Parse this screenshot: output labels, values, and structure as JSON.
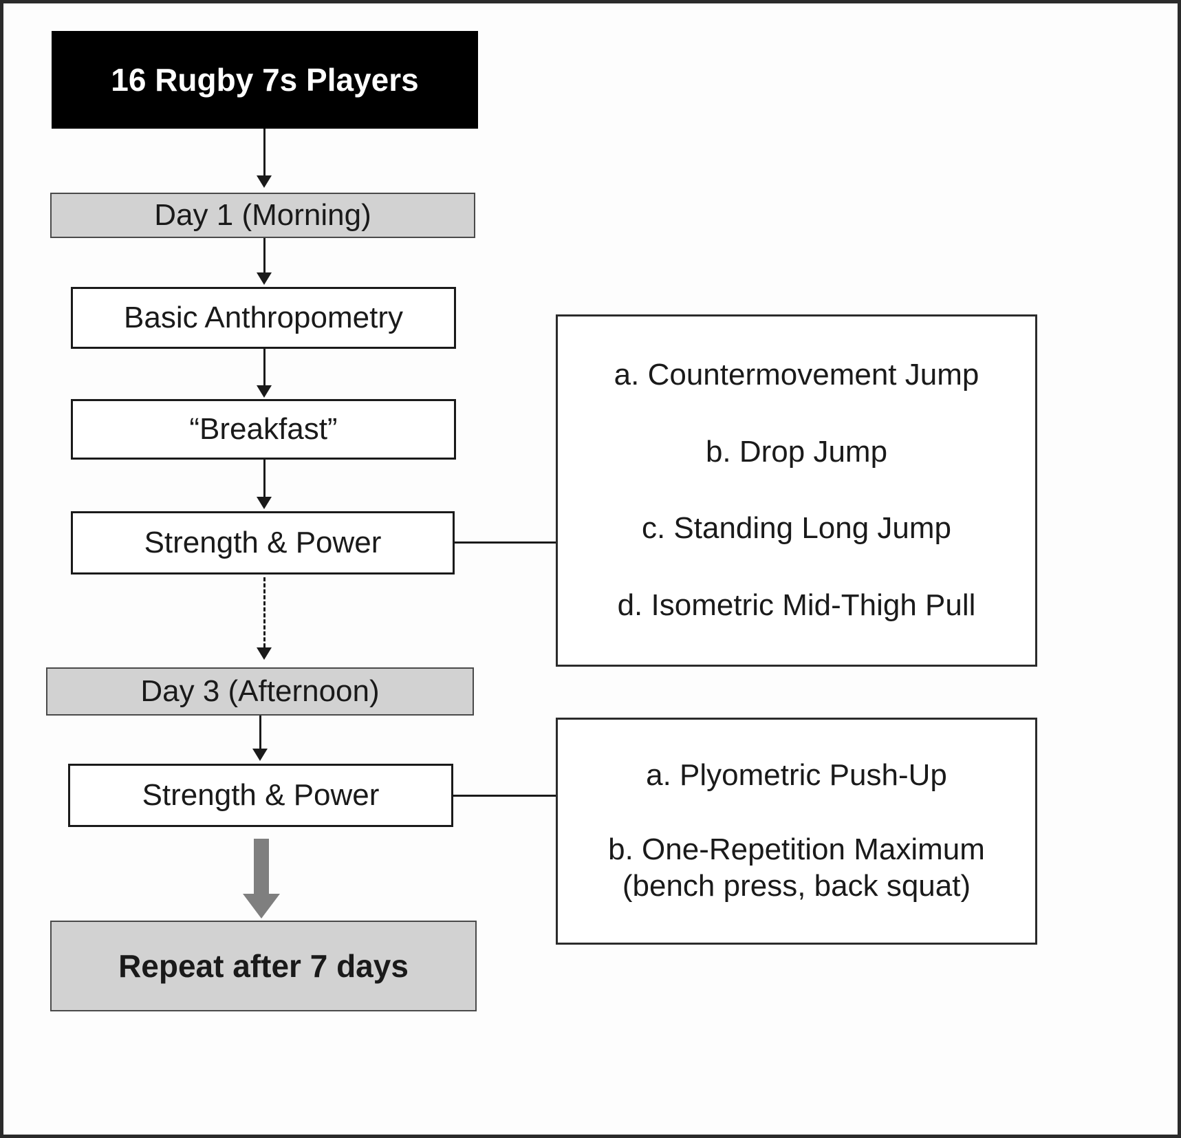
{
  "flowchart": {
    "nodes": {
      "players": "16 Rugby 7s Players",
      "day1": "Day 1 (Morning)",
      "anthropometry": "Basic Anthropometry",
      "breakfast": "“Breakfast”",
      "strength_day1": "Strength & Power",
      "day3": "Day 3 (Afternoon)",
      "strength_day3": "Strength & Power",
      "repeat": "Repeat after 7 days"
    },
    "day1_tests": {
      "a": "a. Countermovement Jump",
      "b": "b. Drop Jump",
      "c": "c. Standing Long Jump",
      "d": "d. Isometric Mid-Thigh Pull"
    },
    "day3_tests": {
      "a": "a. Plyometric Push-Up",
      "b": "b. One-Repetition Maximum",
      "b_detail": "(bench press, back squat)"
    },
    "colors": {
      "title_bg": "#000000",
      "day_bg": "#d2d2d2",
      "node_bg": "#ffffff",
      "border": "#1a1a1a",
      "thick_arrow": "#7f7f7f"
    }
  }
}
